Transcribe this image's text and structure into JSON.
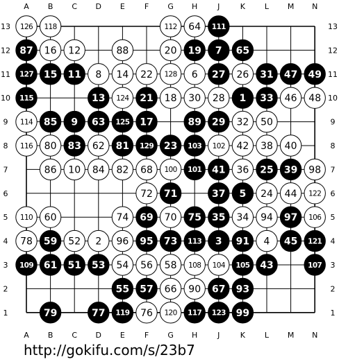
{
  "board": {
    "columns": [
      "A",
      "B",
      "C",
      "D",
      "E",
      "F",
      "G",
      "H",
      "J",
      "K",
      "L",
      "M",
      "N"
    ],
    "rows": [
      "13",
      "12",
      "11",
      "10",
      "9",
      "8",
      "7",
      "6",
      "5",
      "4",
      "3",
      "2",
      "1"
    ],
    "colors": {
      "black": "#000000",
      "white": "#ffffff",
      "line": "#000000",
      "background": "#ffffff"
    },
    "stones": [
      {
        "c": "black",
        "col": "J",
        "row": "13",
        "n": "111"
      },
      {
        "c": "black",
        "col": "A",
        "row": "12",
        "n": "87"
      },
      {
        "c": "black",
        "col": "H",
        "row": "12",
        "n": "19"
      },
      {
        "c": "black",
        "col": "J",
        "row": "12",
        "n": "7"
      },
      {
        "c": "black",
        "col": "K",
        "row": "12",
        "n": "65"
      },
      {
        "c": "black",
        "col": "A",
        "row": "11",
        "n": "127"
      },
      {
        "c": "black",
        "col": "B",
        "row": "11",
        "n": "15"
      },
      {
        "c": "black",
        "col": "C",
        "row": "11",
        "n": "11"
      },
      {
        "c": "black",
        "col": "J",
        "row": "11",
        "n": "27"
      },
      {
        "c": "black",
        "col": "L",
        "row": "11",
        "n": "31"
      },
      {
        "c": "black",
        "col": "M",
        "row": "11",
        "n": "47"
      },
      {
        "c": "black",
        "col": "N",
        "row": "11",
        "n": "49"
      },
      {
        "c": "black",
        "col": "A",
        "row": "10",
        "n": "115"
      },
      {
        "c": "black",
        "col": "D",
        "row": "10",
        "n": "13"
      },
      {
        "c": "black",
        "col": "F",
        "row": "10",
        "n": "21"
      },
      {
        "c": "black",
        "col": "K",
        "row": "10",
        "n": "1"
      },
      {
        "c": "black",
        "col": "L",
        "row": "10",
        "n": "33"
      },
      {
        "c": "black",
        "col": "B",
        "row": "9",
        "n": "85"
      },
      {
        "c": "black",
        "col": "C",
        "row": "9",
        "n": "9"
      },
      {
        "c": "black",
        "col": "D",
        "row": "9",
        "n": "63"
      },
      {
        "c": "black",
        "col": "E",
        "row": "9",
        "n": "125"
      },
      {
        "c": "black",
        "col": "F",
        "row": "9",
        "n": "17"
      },
      {
        "c": "black",
        "col": "H",
        "row": "9",
        "n": "89"
      },
      {
        "c": "black",
        "col": "J",
        "row": "9",
        "n": "29"
      },
      {
        "c": "black",
        "col": "C",
        "row": "8",
        "n": "83"
      },
      {
        "c": "black",
        "col": "E",
        "row": "8",
        "n": "81"
      },
      {
        "c": "black",
        "col": "F",
        "row": "8",
        "n": "129"
      },
      {
        "c": "black",
        "col": "G",
        "row": "8",
        "n": "23"
      },
      {
        "c": "black",
        "col": "H",
        "row": "8",
        "n": "103"
      },
      {
        "c": "black",
        "col": "H",
        "row": "7",
        "n": "101"
      },
      {
        "c": "black",
        "col": "J",
        "row": "7",
        "n": "41"
      },
      {
        "c": "black",
        "col": "L",
        "row": "7",
        "n": "25"
      },
      {
        "c": "black",
        "col": "M",
        "row": "7",
        "n": "39"
      },
      {
        "c": "black",
        "col": "G",
        "row": "6",
        "n": "71"
      },
      {
        "c": "black",
        "col": "J",
        "row": "6",
        "n": "37"
      },
      {
        "c": "black",
        "col": "K",
        "row": "6",
        "n": "5"
      },
      {
        "c": "black",
        "col": "F",
        "row": "5",
        "n": "69"
      },
      {
        "c": "black",
        "col": "H",
        "row": "5",
        "n": "75"
      },
      {
        "c": "black",
        "col": "J",
        "row": "5",
        "n": "35"
      },
      {
        "c": "black",
        "col": "M",
        "row": "5",
        "n": "97"
      },
      {
        "c": "black",
        "col": "B",
        "row": "4",
        "n": "59"
      },
      {
        "c": "black",
        "col": "F",
        "row": "4",
        "n": "95"
      },
      {
        "c": "black",
        "col": "G",
        "row": "4",
        "n": "73"
      },
      {
        "c": "black",
        "col": "H",
        "row": "4",
        "n": "113"
      },
      {
        "c": "black",
        "col": "J",
        "row": "4",
        "n": "3"
      },
      {
        "c": "black",
        "col": "K",
        "row": "4",
        "n": "91"
      },
      {
        "c": "black",
        "col": "M",
        "row": "4",
        "n": "45"
      },
      {
        "c": "black",
        "col": "N",
        "row": "4",
        "n": "121"
      },
      {
        "c": "black",
        "col": "A",
        "row": "3",
        "n": "109"
      },
      {
        "c": "black",
        "col": "B",
        "row": "3",
        "n": "61"
      },
      {
        "c": "black",
        "col": "C",
        "row": "3",
        "n": "51"
      },
      {
        "c": "black",
        "col": "D",
        "row": "3",
        "n": "53"
      },
      {
        "c": "black",
        "col": "K",
        "row": "3",
        "n": "105"
      },
      {
        "c": "black",
        "col": "L",
        "row": "3",
        "n": "43"
      },
      {
        "c": "black",
        "col": "N",
        "row": "3",
        "n": "107"
      },
      {
        "c": "black",
        "col": "E",
        "row": "2",
        "n": "55"
      },
      {
        "c": "black",
        "col": "F",
        "row": "2",
        "n": "57"
      },
      {
        "c": "black",
        "col": "J",
        "row": "2",
        "n": "67"
      },
      {
        "c": "black",
        "col": "K",
        "row": "2",
        "n": "93"
      },
      {
        "c": "black",
        "col": "B",
        "row": "1",
        "n": "79"
      },
      {
        "c": "black",
        "col": "D",
        "row": "1",
        "n": "77"
      },
      {
        "c": "black",
        "col": "E",
        "row": "1",
        "n": "119"
      },
      {
        "c": "black",
        "col": "H",
        "row": "1",
        "n": "117"
      },
      {
        "c": "black",
        "col": "J",
        "row": "1",
        "n": "123"
      },
      {
        "c": "black",
        "col": "K",
        "row": "1",
        "n": "99"
      },
      {
        "c": "white",
        "col": "A",
        "row": "13",
        "n": "126"
      },
      {
        "c": "white",
        "col": "B",
        "row": "13",
        "n": "118"
      },
      {
        "c": "white",
        "col": "G",
        "row": "13",
        "n": "112"
      },
      {
        "c": "white",
        "col": "H",
        "row": "13",
        "n": "64"
      },
      {
        "c": "white",
        "col": "B",
        "row": "12",
        "n": "16"
      },
      {
        "c": "white",
        "col": "C",
        "row": "12",
        "n": "12"
      },
      {
        "c": "white",
        "col": "E",
        "row": "12",
        "n": "88"
      },
      {
        "c": "white",
        "col": "G",
        "row": "12",
        "n": "20"
      },
      {
        "c": "white",
        "col": "D",
        "row": "11",
        "n": "8"
      },
      {
        "c": "white",
        "col": "E",
        "row": "11",
        "n": "14"
      },
      {
        "c": "white",
        "col": "F",
        "row": "11",
        "n": "22"
      },
      {
        "c": "white",
        "col": "G",
        "row": "11",
        "n": "128"
      },
      {
        "c": "white",
        "col": "H",
        "row": "11",
        "n": "6"
      },
      {
        "c": "white",
        "col": "K",
        "row": "11",
        "n": "26"
      },
      {
        "c": "white",
        "col": "E",
        "row": "10",
        "n": "124"
      },
      {
        "c": "white",
        "col": "G",
        "row": "10",
        "n": "18"
      },
      {
        "c": "white",
        "col": "H",
        "row": "10",
        "n": "30"
      },
      {
        "c": "white",
        "col": "J",
        "row": "10",
        "n": "28"
      },
      {
        "c": "white",
        "col": "M",
        "row": "10",
        "n": "46"
      },
      {
        "c": "white",
        "col": "N",
        "row": "10",
        "n": "48"
      },
      {
        "c": "white",
        "col": "A",
        "row": "9",
        "n": "114"
      },
      {
        "c": "white",
        "col": "K",
        "row": "9",
        "n": "32"
      },
      {
        "c": "white",
        "col": "L",
        "row": "9",
        "n": "50"
      },
      {
        "c": "white",
        "col": "A",
        "row": "8",
        "n": "116"
      },
      {
        "c": "white",
        "col": "B",
        "row": "8",
        "n": "80"
      },
      {
        "c": "white",
        "col": "D",
        "row": "8",
        "n": "62"
      },
      {
        "c": "white",
        "col": "J",
        "row": "8",
        "n": "102"
      },
      {
        "c": "white",
        "col": "K",
        "row": "8",
        "n": "42"
      },
      {
        "c": "white",
        "col": "L",
        "row": "8",
        "n": "38"
      },
      {
        "c": "white",
        "col": "M",
        "row": "8",
        "n": "40"
      },
      {
        "c": "white",
        "col": "B",
        "row": "7",
        "n": "86"
      },
      {
        "c": "white",
        "col": "C",
        "row": "7",
        "n": "10"
      },
      {
        "c": "white",
        "col": "D",
        "row": "7",
        "n": "84"
      },
      {
        "c": "white",
        "col": "E",
        "row": "7",
        "n": "82"
      },
      {
        "c": "white",
        "col": "F",
        "row": "7",
        "n": "68"
      },
      {
        "c": "white",
        "col": "G",
        "row": "7",
        "n": "100"
      },
      {
        "c": "white",
        "col": "K",
        "row": "7",
        "n": "36"
      },
      {
        "c": "white",
        "col": "N",
        "row": "7",
        "n": "98"
      },
      {
        "c": "white",
        "col": "F",
        "row": "6",
        "n": "72"
      },
      {
        "c": "white",
        "col": "L",
        "row": "6",
        "n": "24"
      },
      {
        "c": "white",
        "col": "M",
        "row": "6",
        "n": "44"
      },
      {
        "c": "white",
        "col": "N",
        "row": "6",
        "n": "122"
      },
      {
        "c": "white",
        "col": "A",
        "row": "5",
        "n": "110"
      },
      {
        "c": "white",
        "col": "B",
        "row": "5",
        "n": "60"
      },
      {
        "c": "white",
        "col": "E",
        "row": "5",
        "n": "74"
      },
      {
        "c": "white",
        "col": "G",
        "row": "5",
        "n": "70"
      },
      {
        "c": "white",
        "col": "K",
        "row": "5",
        "n": "34"
      },
      {
        "c": "white",
        "col": "L",
        "row": "5",
        "n": "94"
      },
      {
        "c": "white",
        "col": "N",
        "row": "5",
        "n": "106"
      },
      {
        "c": "white",
        "col": "A",
        "row": "4",
        "n": "78"
      },
      {
        "c": "white",
        "col": "C",
        "row": "4",
        "n": "52"
      },
      {
        "c": "white",
        "col": "D",
        "row": "4",
        "n": "2"
      },
      {
        "c": "white",
        "col": "E",
        "row": "4",
        "n": "96"
      },
      {
        "c": "white",
        "col": "L",
        "row": "4",
        "n": "4"
      },
      {
        "c": "white",
        "col": "E",
        "row": "3",
        "n": "54"
      },
      {
        "c": "white",
        "col": "F",
        "row": "3",
        "n": "56"
      },
      {
        "c": "white",
        "col": "G",
        "row": "3",
        "n": "58"
      },
      {
        "c": "white",
        "col": "H",
        "row": "3",
        "n": "108"
      },
      {
        "c": "white",
        "col": "J",
        "row": "3",
        "n": "104"
      },
      {
        "c": "white",
        "col": "G",
        "row": "2",
        "n": "66"
      },
      {
        "c": "white",
        "col": "H",
        "row": "2",
        "n": "90"
      },
      {
        "c": "white",
        "col": "F",
        "row": "1",
        "n": "76"
      },
      {
        "c": "white",
        "col": "G",
        "row": "1",
        "n": "120"
      }
    ]
  },
  "footer": {
    "url": "http://gokifu.com/s/23b7"
  }
}
